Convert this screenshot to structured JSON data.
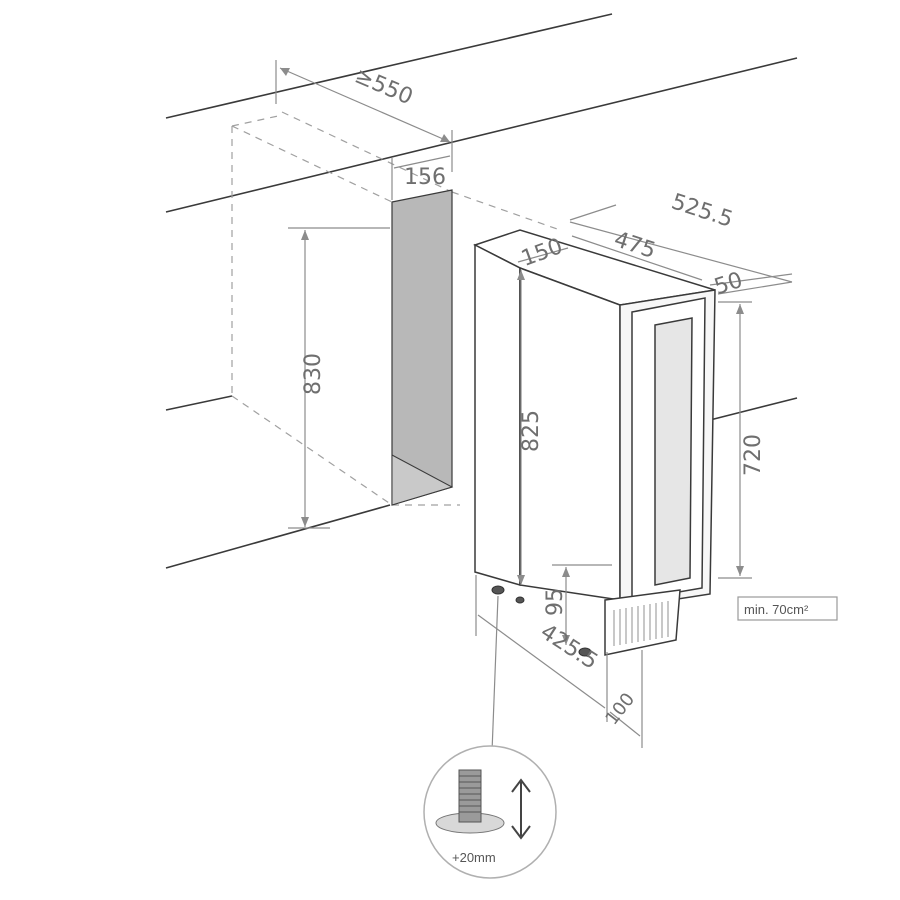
{
  "dimensions": {
    "depth_min": "≥550",
    "niche_width": "156",
    "depth_total": "525.5",
    "appliance_width": "150",
    "body_depth": "475",
    "door_depth": "50",
    "niche_height": "830",
    "appliance_height": "825",
    "door_height": "720",
    "plinth_height": "95",
    "base_depth": "425.5",
    "plinth_offset": "100"
  },
  "notes": {
    "ventilation": "min. 70cm²",
    "foot_adjust": "+20mm"
  },
  "colors": {
    "line": "#3a3a3a",
    "dimension": "#8c8c8c",
    "niche_fill": "#b8b8b8",
    "text": "#6f6f6f"
  }
}
